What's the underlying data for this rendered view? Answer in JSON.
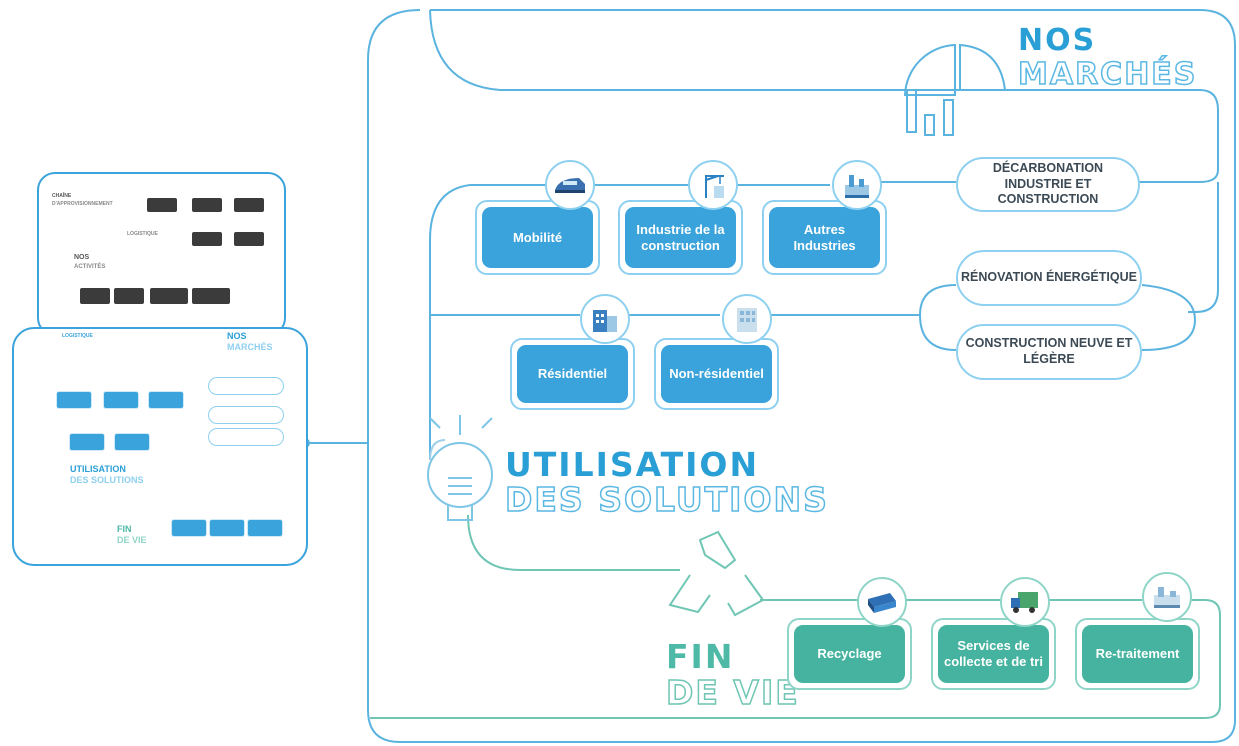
{
  "headings": {
    "marches_line1": "NOS",
    "marches_line2": "MARCHÉS",
    "utilisation_line1": "UTILISATION",
    "utilisation_line2": "DES SOLUTIONS",
    "fin_line1": "FIN",
    "fin_line2": "DE VIE"
  },
  "markets": [
    {
      "label": "Mobilité",
      "icon": "train-icon"
    },
    {
      "label": "Industrie de la construction",
      "icon": "crane-icon"
    },
    {
      "label": "Autres Industries",
      "icon": "factory-icon"
    },
    {
      "label": "Résidentiel",
      "icon": "residential-building-icon"
    },
    {
      "label": "Non-résidentiel",
      "icon": "office-building-icon"
    }
  ],
  "pills": [
    "DÉCARBONATION INDUSTRIE ET CONSTRUCTION",
    "RÉNOVATION ÉNERGÉTIQUE",
    "CONSTRUCTION NEUVE ET LÉGÈRE"
  ],
  "end_of_life": [
    {
      "label": "Recyclage",
      "icon": "container-icon"
    },
    {
      "label": "Services de collecte et de tri",
      "icon": "truck-icon"
    },
    {
      "label": "Re-traitement",
      "icon": "processing-plant-icon"
    }
  ],
  "thumbnail": {
    "chain_line1": "CHAÎNE",
    "chain_line2": "D'APPROVISIONNEMENT",
    "logistics": "LOGISTIQUE",
    "activities_line1": "NOS",
    "activities_line2": "ACTIVITÉS",
    "logistics2": "LOGISTIQUE",
    "marches_line1": "NOS",
    "marches_line2": "MARCHÉS",
    "utilisation_line1": "UTILISATION",
    "utilisation_line2": "DES SOLUTIONS",
    "fin_line1": "FIN",
    "fin_line2": "DE VIE"
  },
  "colors": {
    "blue": "#3aa3db",
    "light_blue": "#8ed0ef",
    "green": "#45b39f",
    "light_green": "#8fd5c7",
    "heading_blue": "#2a9fd6"
  }
}
